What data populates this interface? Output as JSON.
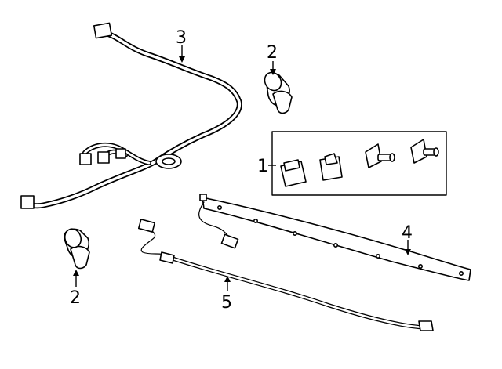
{
  "callouts": [
    {
      "id": "sensor-left",
      "label": "2"
    },
    {
      "id": "sensor-right",
      "label": "2"
    },
    {
      "id": "harness",
      "label": "3"
    },
    {
      "id": "retainers",
      "label": "1"
    },
    {
      "id": "bracket-strip",
      "label": "4"
    },
    {
      "id": "extension-harness",
      "label": "5"
    }
  ]
}
